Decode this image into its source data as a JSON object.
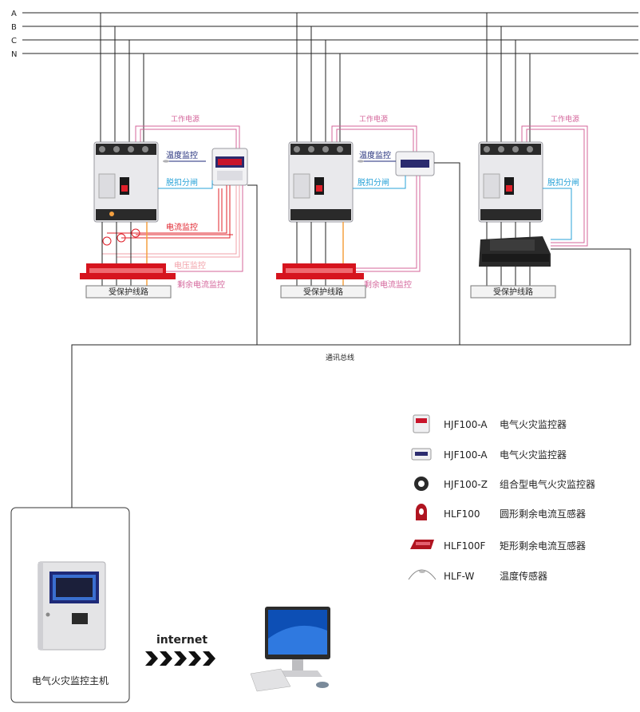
{
  "bus": {
    "lines": [
      "A",
      "B",
      "C",
      "N"
    ]
  },
  "panel1": {
    "work_power": "工作电源",
    "temp_monitor": "温度监控",
    "trip_switch": "脱扣分闸",
    "current_monitor": "电流监控",
    "voltage_monitor": "电压监控",
    "residual_monitor": "剩余电流监控",
    "protected_line": "受保护线路"
  },
  "panel2": {
    "work_power": "工作电源",
    "temp_monitor": "温度监控",
    "trip_switch": "脱扣分闸",
    "residual_monitor": "剩余电流监控",
    "protected_line": "受保护线路"
  },
  "panel3": {
    "work_power": "工作电源",
    "trip_switch": "脱扣分闸",
    "protected_line": "受保护线路"
  },
  "comm_bus": "通讯总线",
  "legend": [
    {
      "model": "HJF100-A",
      "desc": "电气火灾监控器",
      "icon": "panel-meter-icon"
    },
    {
      "model": "HJF100-A",
      "desc": "电气火灾监控器",
      "icon": "din-meter-icon"
    },
    {
      "model": "HJF100-Z",
      "desc": "组合型电气火灾监控器",
      "icon": "ring-sensor-icon"
    },
    {
      "model": "HLF100",
      "desc": "圆形剩余电流互感器",
      "icon": "round-ct-icon"
    },
    {
      "model": "HLF100F",
      "desc": "矩形剩余电流互感器",
      "icon": "rect-ct-icon"
    },
    {
      "model": "HLF-W",
      "desc": "温度传感器",
      "icon": "temp-probe-icon"
    }
  ],
  "host": {
    "label": "电气火灾监控主机"
  },
  "internet": "internet",
  "colors": {
    "line": "#222222",
    "pink": "#d4649a",
    "blue": "#2aa3d8",
    "red": "#e0202a",
    "orange": "#f4a040",
    "navy": "#1e2a78"
  }
}
